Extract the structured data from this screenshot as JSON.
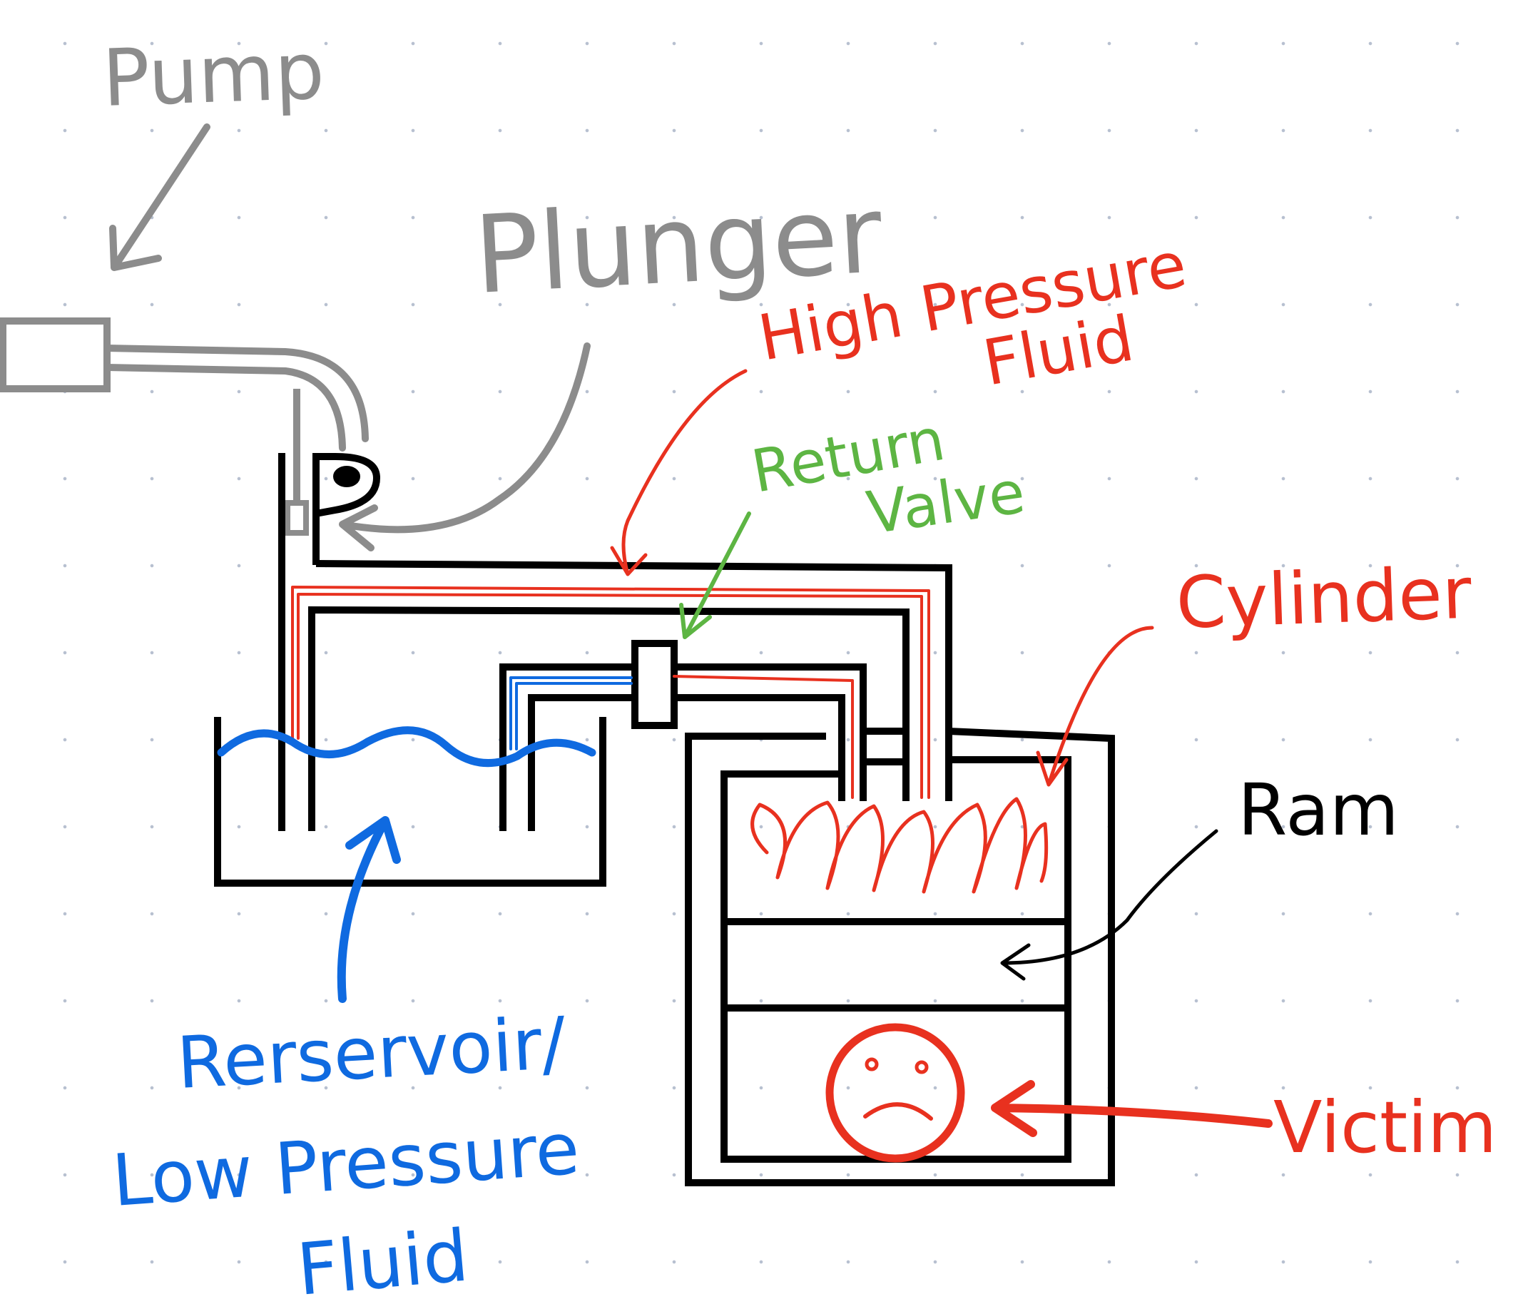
{
  "labels": {
    "pump": "Pump",
    "plunger": "Plunger",
    "high_pressure_line1": "High Pressure",
    "high_pressure_line2": "Fluid",
    "return_line1": "Return",
    "return_line2": "Valve",
    "cylinder": "Cylinder",
    "ram": "Ram",
    "reservoir_line1": "Rerservoir/",
    "reservoir_line2": "Low Pressure",
    "reservoir_line3": "Fluid",
    "victim": "Victim"
  },
  "colors": {
    "structure": "#000000",
    "pump": "#8c8c8c",
    "high_pressure": "#e8311f",
    "return_valve": "#5db543",
    "low_pressure": "#0f6ae0",
    "victim": "#e8311f",
    "ram_label": "#000000"
  },
  "icons": {
    "victim_face": "sad-face-icon"
  }
}
